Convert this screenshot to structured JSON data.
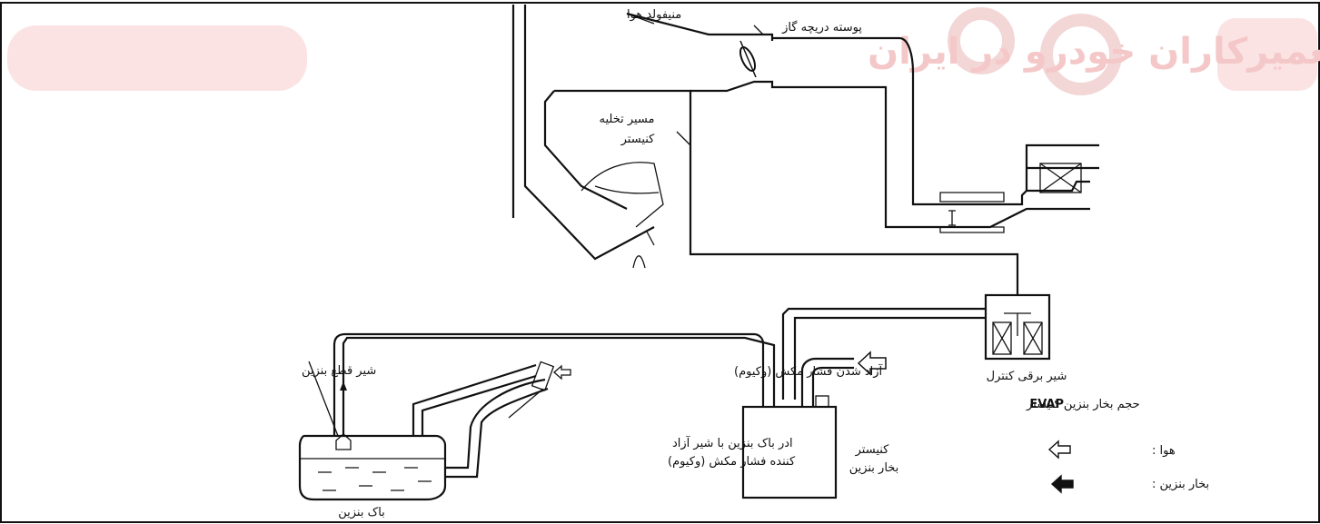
{
  "watermark": {
    "text": "اولین سامانه دیجیتال تعمیرکاران خودرو در ایران"
  },
  "labels": {
    "intake_manifold": "منیفولد هوا",
    "throttle_body": "پوسته دریچه گاز",
    "purge_line_1": "مسیر تخلیه",
    "purge_line_2": "کنیستر",
    "fuel_cut_valve": "شیر قطع بنزین",
    "vacuum_relief": "آزاد شدن فشار مکش (وکیوم)",
    "tank_cap_1": "ادر باک بنزین با شیر آزاد",
    "tank_cap_2": "کننده فشار مکش (وکیوم)",
    "fuel_tank": "باک بنزین",
    "canister_1": "کنیستر",
    "canister_2": "بخار بنزین",
    "evap_valve_1": "شیر برقی کنترل",
    "evap_valve_2": "حجم بخار بنزین کنیستر",
    "evap_valve_abbr": "EVAP"
  },
  "legend": {
    "air": "هوا :",
    "fuel_vapor": "بخار بنزین :"
  },
  "colors": {
    "line": "#111111",
    "watermark": "#f4c8c8"
  }
}
